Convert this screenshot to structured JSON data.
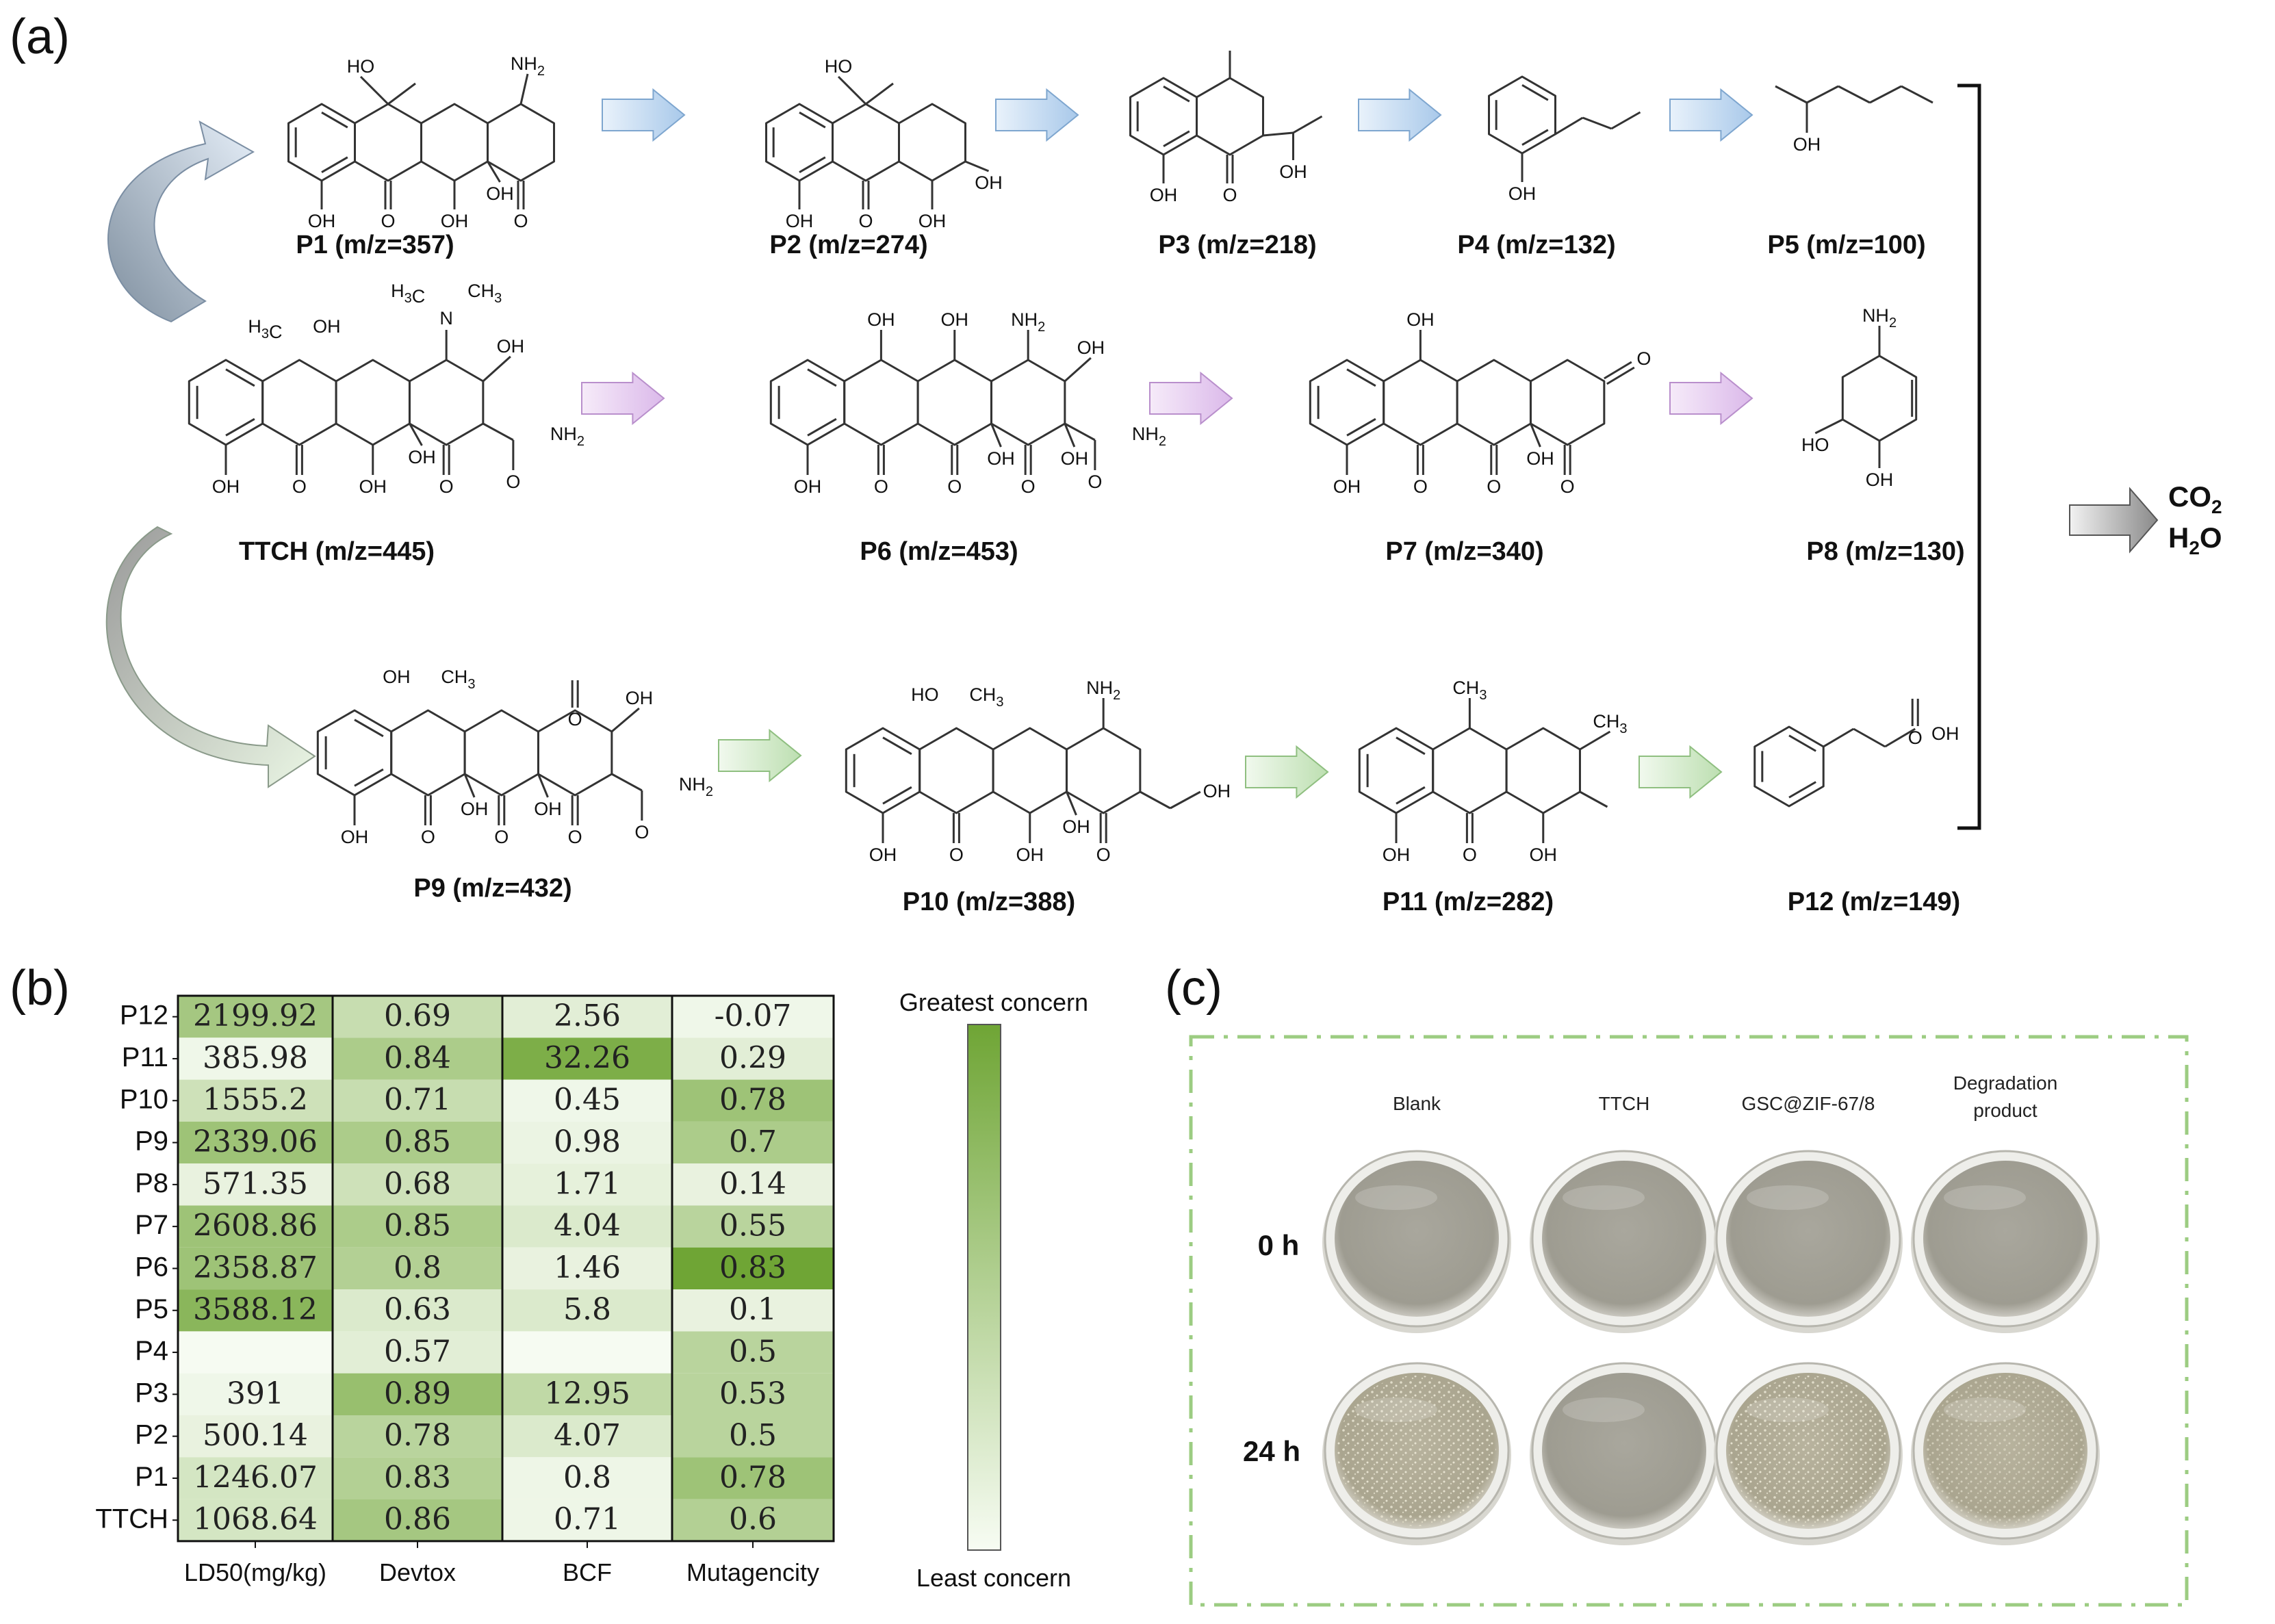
{
  "panels": {
    "a": "(a)",
    "b": "(b)",
    "c": "(c)"
  },
  "colors": {
    "blue_path": "#bcd6ef",
    "pink_path": "#ead2f2",
    "green_path": "#d9efd4",
    "parent_fill": "#fbf0d2",
    "heat_low": "#f6fbf2",
    "heat_high": "#6fa535"
  },
  "compounds": [
    {
      "id": "p1",
      "label": "P1 (m/z=357)"
    },
    {
      "id": "p2",
      "label": "P2 (m/z=274)"
    },
    {
      "id": "p3",
      "label": "P3 (m/z=218)"
    },
    {
      "id": "p4",
      "label": "P4 (m/z=132)"
    },
    {
      "id": "p5",
      "label": "P5 (m/z=100)"
    },
    {
      "id": "ttch",
      "label": "TTCH (m/z=445)"
    },
    {
      "id": "p6",
      "label": "P6 (m/z=453)"
    },
    {
      "id": "p7",
      "label": "P7 (m/z=340)"
    },
    {
      "id": "p8",
      "label": "P8 (m/z=130)"
    },
    {
      "id": "p9",
      "label": "P9 (m/z=432)"
    },
    {
      "id": "p10",
      "label": "P10 (m/z=388)"
    },
    {
      "id": "p11",
      "label": "P11 (m/z=282)"
    },
    {
      "id": "p12",
      "label": "P12 (m/z=149)"
    }
  ],
  "final_products": {
    "co2": "CO",
    "co2_sub": "2",
    "h2o_h": "H",
    "h2o_sub": "2",
    "h2o_o": "O"
  },
  "atoms": {
    "ho": "HO",
    "oh": "OH",
    "o": "O",
    "nh": "NH",
    "two": "2",
    "h": "H",
    "c": "C",
    "n": "N",
    "three": "3",
    "ch": "CH"
  },
  "heatmap": {
    "columns": [
      "LD50(mg/kg)",
      "Devtox",
      "BCF",
      "Mutagencity"
    ],
    "rows": [
      {
        "name": "P12",
        "cells": [
          "2199.92",
          "0.69",
          "2.56",
          "-0.07"
        ],
        "levels": [
          0.6,
          0.35,
          0.15,
          0.05
        ]
      },
      {
        "name": "P11",
        "cells": [
          "385.98",
          "0.84",
          "32.26",
          "0.29"
        ],
        "levels": [
          0.05,
          0.55,
          0.9,
          0.15
        ]
      },
      {
        "name": "P10",
        "cells": [
          "1555.2",
          "0.71",
          "0.45",
          "0.78"
        ],
        "levels": [
          0.3,
          0.35,
          0.05,
          0.65
        ]
      },
      {
        "name": "P9",
        "cells": [
          "2339.06",
          "0.85",
          "0.98",
          "0.7"
        ],
        "levels": [
          0.65,
          0.55,
          0.08,
          0.55
        ]
      },
      {
        "name": "P8",
        "cells": [
          "571.35",
          "0.68",
          "1.71",
          "0.14"
        ],
        "levels": [
          0.1,
          0.3,
          0.12,
          0.1
        ]
      },
      {
        "name": "P7",
        "cells": [
          "2608.86",
          "0.85",
          "4.04",
          "0.55"
        ],
        "levels": [
          0.65,
          0.55,
          0.2,
          0.45
        ]
      },
      {
        "name": "P6",
        "cells": [
          "2358.87",
          "0.8",
          "1.46",
          "0.83"
        ],
        "levels": [
          0.65,
          0.5,
          0.1,
          1.0
        ]
      },
      {
        "name": "P5",
        "cells": [
          "3588.12",
          "0.63",
          "5.8",
          "0.1"
        ],
        "levels": [
          0.8,
          0.2,
          0.2,
          0.1
        ]
      },
      {
        "name": "P4",
        "cells": [
          "",
          "0.57",
          "",
          "0.5"
        ],
        "levels": [
          0.0,
          0.15,
          0.0,
          0.45
        ]
      },
      {
        "name": "P3",
        "cells": [
          "391",
          "0.89",
          "12.95",
          "0.53"
        ],
        "levels": [
          0.05,
          0.7,
          0.4,
          0.45
        ]
      },
      {
        "name": "P2",
        "cells": [
          "500.14",
          "0.78",
          "4.07",
          "0.5"
        ],
        "levels": [
          0.1,
          0.45,
          0.2,
          0.45
        ]
      },
      {
        "name": "P1",
        "cells": [
          "1246.07",
          "0.83",
          "0.8",
          "0.78"
        ],
        "levels": [
          0.25,
          0.5,
          0.06,
          0.65
        ]
      },
      {
        "name": "TTCH",
        "cells": [
          "1068.64",
          "0.86",
          "0.71",
          "0.6"
        ],
        "levels": [
          0.25,
          0.6,
          0.06,
          0.5
        ]
      }
    ],
    "scale_top": "Greatest concern",
    "scale_bottom": "Least concern"
  },
  "plates": {
    "columns": [
      "Blank",
      "TTCH",
      "GSC@ZIF-67/8",
      "Degradation",
      "product"
    ],
    "times": [
      "0 h",
      "24 h"
    ]
  }
}
